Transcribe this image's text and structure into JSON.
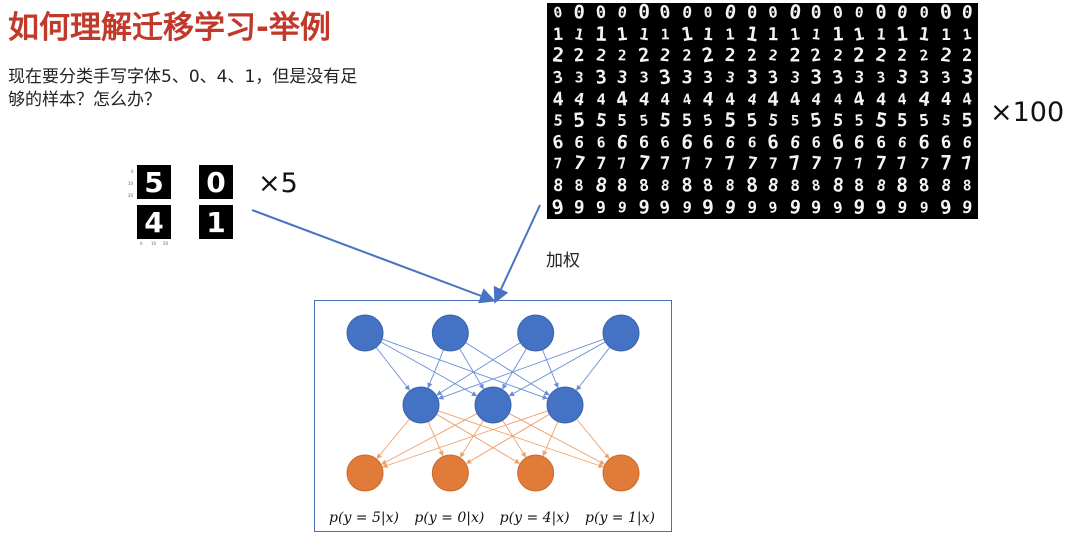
{
  "title": "如何理解迁移学习-举例",
  "question": "现在要分类手写字体5、0、4、1，但是没有足够的样本？怎么办？",
  "small_multiplier": "×5",
  "large_multiplier": "×100",
  "weight_label": "加权",
  "small_samples": {
    "digits": [
      "5",
      "0",
      "4",
      "1"
    ],
    "ticks": [
      "0",
      "10",
      "20",
      "0",
      "10",
      "20"
    ]
  },
  "mnist_grid": {
    "rows": [
      "00000000000000000000",
      "11111111111111111111",
      "22222222222222222222",
      "33333333333333333333",
      "44444444444444444444",
      "55555555555555555555",
      "66666666666666666666",
      "77777777777777777777",
      "88888888888888888888",
      "99999999999999999999"
    ]
  },
  "network": {
    "layers": [
      {
        "count": 4,
        "color": "#4472c4"
      },
      {
        "count": 3,
        "color": "#4472c4"
      },
      {
        "count": 4,
        "color": "#e07b39"
      }
    ],
    "edge_colors": [
      "#6a8fd6",
      "#f0a06a"
    ],
    "output_labels": [
      "p(y = 5|x)",
      "p(y = 0|x)",
      "p(y = 4|x)",
      "p(y = 1|x)"
    ]
  },
  "arrow_color": "#4a72c4"
}
